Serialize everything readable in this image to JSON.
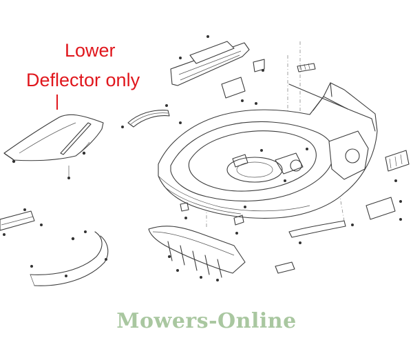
{
  "callout": {
    "line1": "Lower",
    "line2": "Deflector only",
    "color": "#e0161c"
  },
  "watermark": {
    "text": "Mowers-Online",
    "color": "#a9c7a0"
  }
}
